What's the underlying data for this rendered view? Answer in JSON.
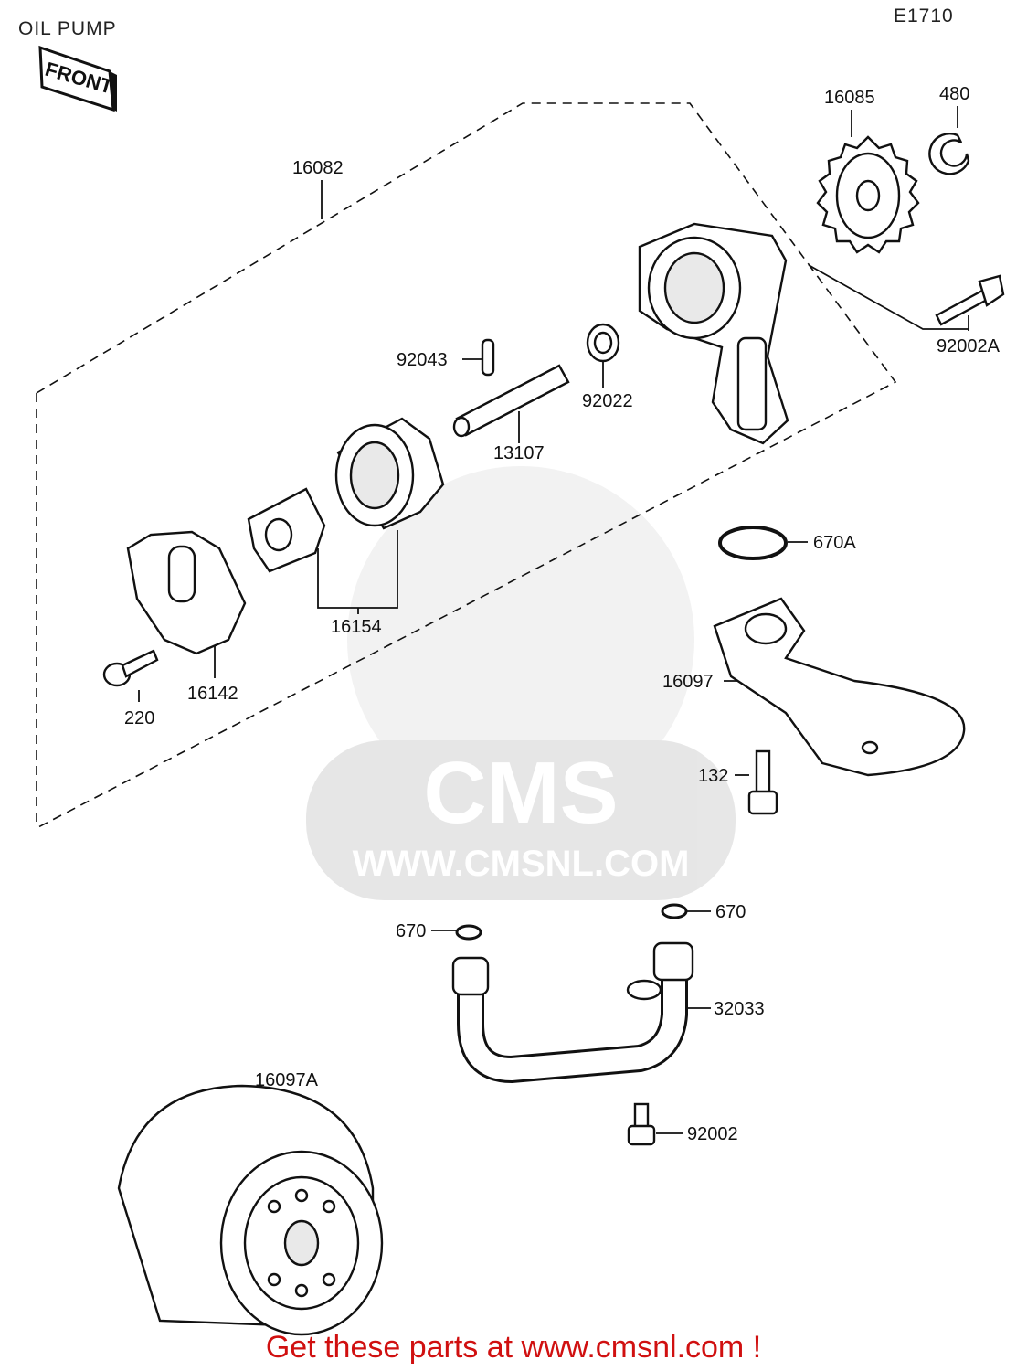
{
  "title": "OIL PUMP",
  "diagram_code": "E1710",
  "front_tag": "FRONT",
  "watermark": {
    "brand": "CMS",
    "url": "WWW.CMSNL.COM"
  },
  "footer_text": "Get these parts at www.cmsnl.com !",
  "parts": [
    {
      "id": "16082",
      "label": "16082"
    },
    {
      "id": "16085",
      "label": "16085"
    },
    {
      "id": "480",
      "label": "480"
    },
    {
      "id": "92002A",
      "label": "92002A"
    },
    {
      "id": "92043",
      "label": "92043"
    },
    {
      "id": "92022",
      "label": "92022"
    },
    {
      "id": "13107",
      "label": "13107"
    },
    {
      "id": "670A",
      "label": "670A"
    },
    {
      "id": "16154",
      "label": "16154"
    },
    {
      "id": "16142",
      "label": "16142"
    },
    {
      "id": "220",
      "label": "220"
    },
    {
      "id": "16097",
      "label": "16097"
    },
    {
      "id": "132",
      "label": "132"
    },
    {
      "id": "670-left",
      "label": "670"
    },
    {
      "id": "670-right",
      "label": "670"
    },
    {
      "id": "32033",
      "label": "32033"
    },
    {
      "id": "16097A",
      "label": "16097A"
    },
    {
      "id": "92002",
      "label": "92002"
    }
  ]
}
